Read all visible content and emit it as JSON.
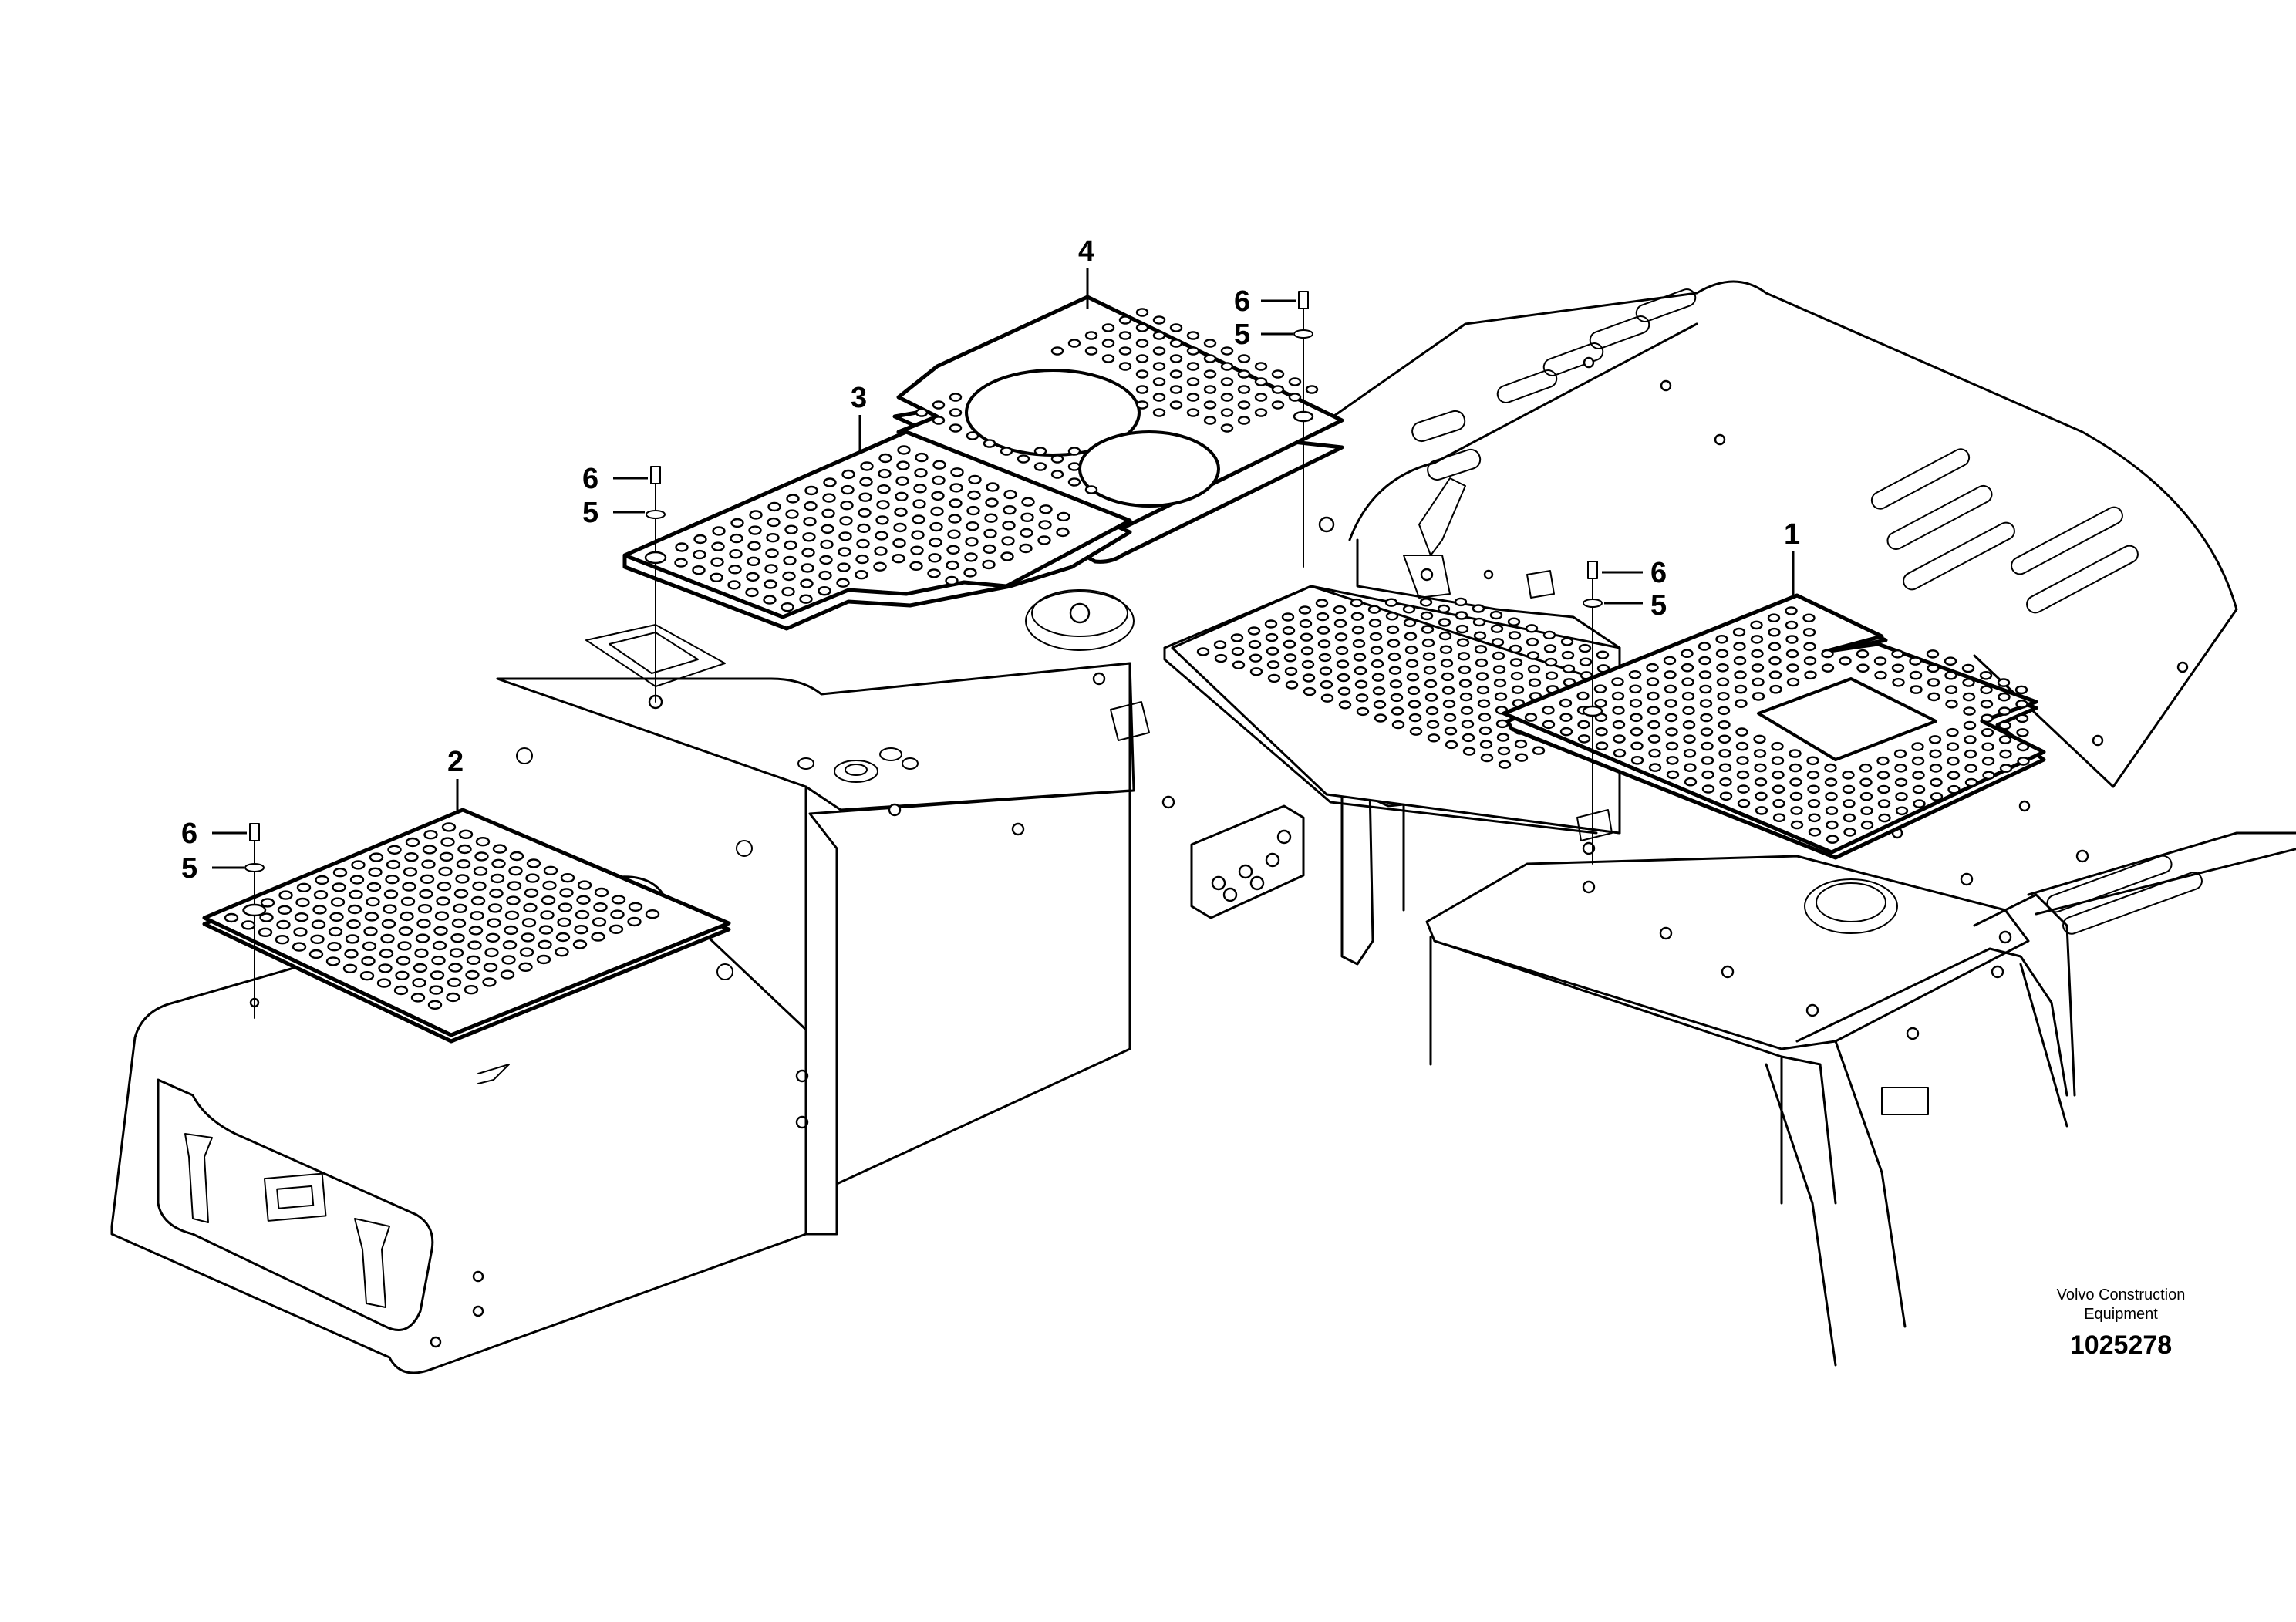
{
  "callouts": {
    "item_1": "1",
    "item_2": "2",
    "item_3": "3",
    "item_4": "4",
    "item_5": "5",
    "item_6": "6"
  },
  "caption": {
    "company_line1": "Volvo Construction",
    "company_line2": "Equipment",
    "document_number": "1025278"
  }
}
